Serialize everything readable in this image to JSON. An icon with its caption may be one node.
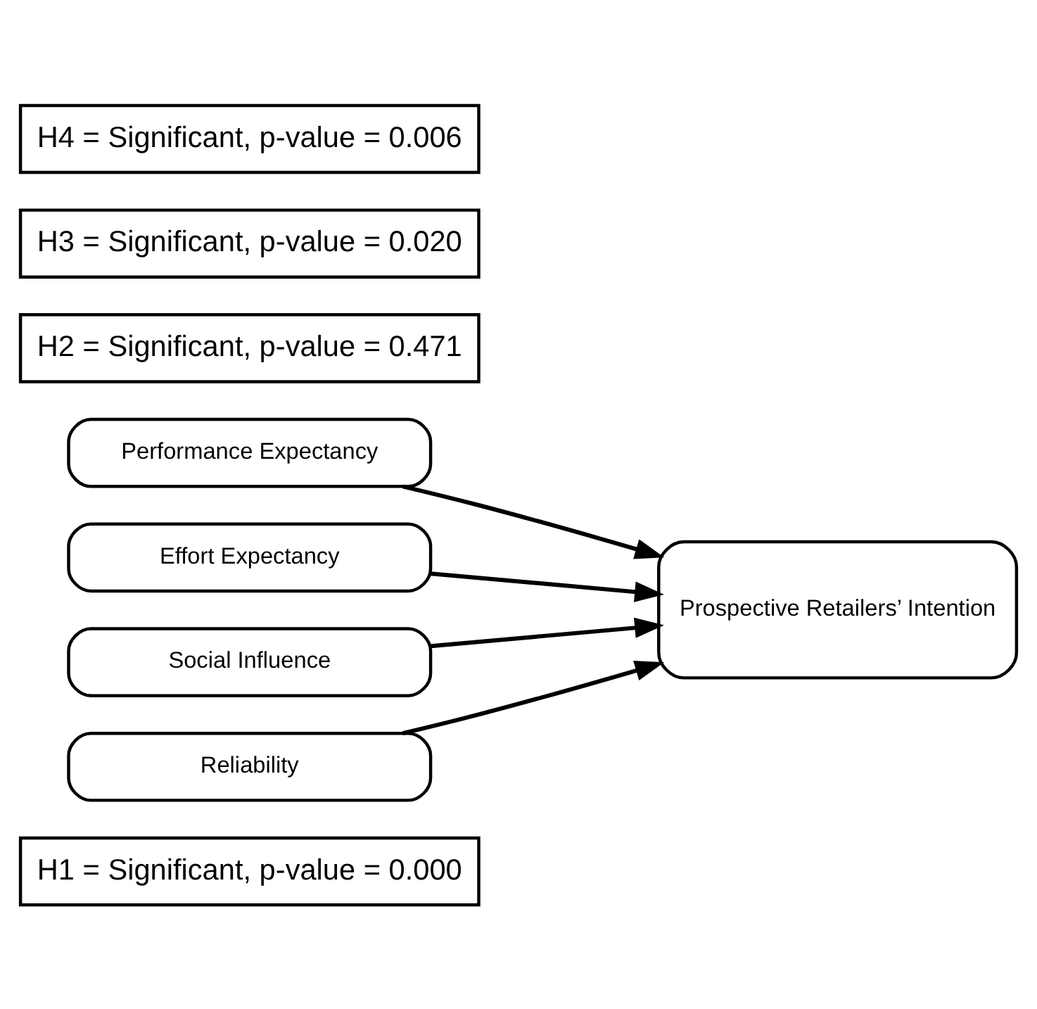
{
  "diagram": {
    "nodes": [
      {
        "text": [
          "H1 = Significant, p-value = 0.000"
        ]
      },
      {
        "text": [
          "Performance Expectancy"
        ]
      },
      {
        "text": [
          "H2 = Significant, p-value = 0.471"
        ]
      },
      {
        "text": [
          "Effort Expectancy"
        ]
      },
      {
        "text": [
          "H3 = Significant, p-value = 0.020"
        ]
      },
      {
        "text": [
          "Prospective Retailers’ Intention"
        ]
      },
      {
        "text": [
          "Social Influence"
        ]
      },
      {
        "text": [
          "H4 = Significant, p-value = 0.006"
        ]
      },
      {
        "text": [
          "Reliability"
        ]
      }
    ],
    "edges": [
      {
        "from": 1,
        "to": 5,
        "arrow": "to"
      },
      {
        "from": 3,
        "to": 5,
        "arrow": "to"
      },
      {
        "from": 6,
        "to": 5,
        "arrow": "to"
      },
      {
        "from": 8,
        "to": 5,
        "arrow": "to"
      }
    ]
  }
}
